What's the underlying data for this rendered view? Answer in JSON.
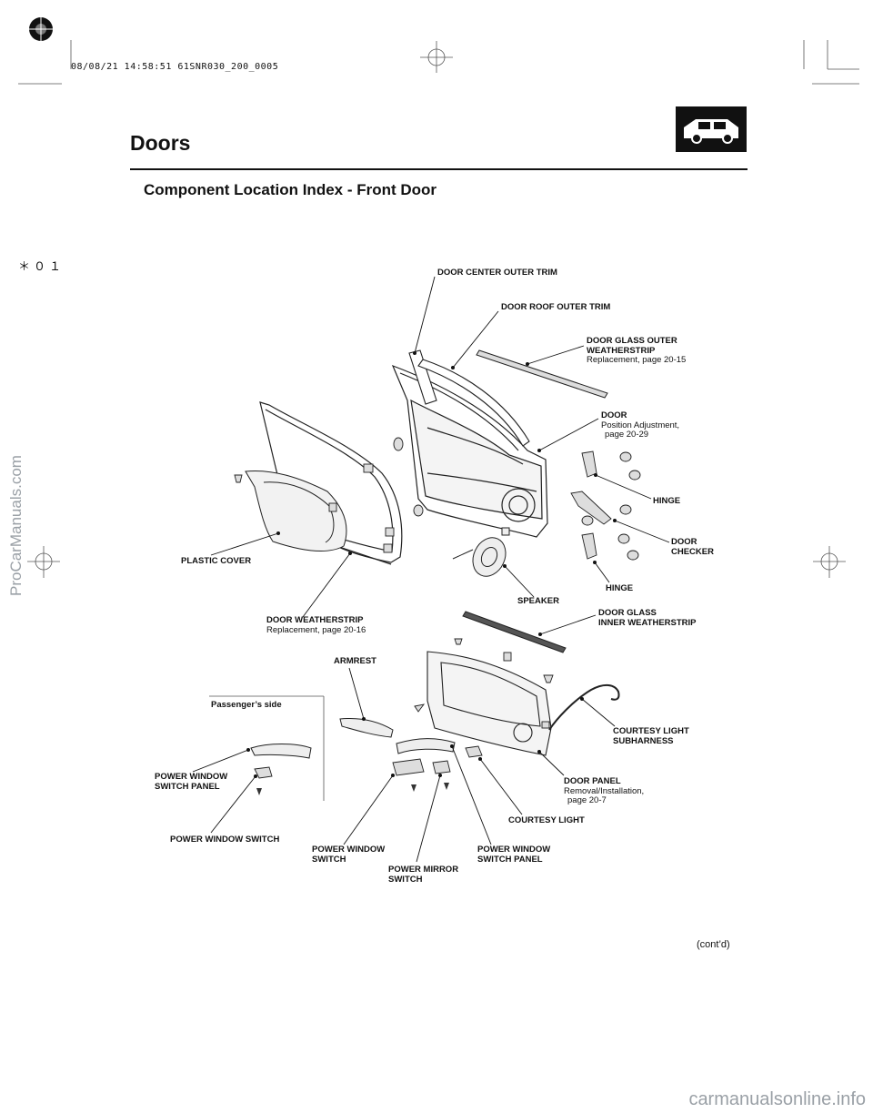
{
  "header": {
    "timestamp": "08/08/21 14:58:51 61SNR030_200_0005",
    "title": "Doors",
    "subtitle": "Component Location Index - Front Door",
    "margin_mark": "＊０１"
  },
  "labels": {
    "door_center_outer_trim": "DOOR CENTER OUTER TRIM",
    "door_roof_outer_trim": "DOOR ROOF OUTER TRIM",
    "door_glass_outer_ws_1": "DOOR GLASS OUTER",
    "door_glass_outer_ws_2": "WEATHERSTRIP",
    "door_glass_outer_ws_ref": "Replacement, page 20-15",
    "door": "DOOR",
    "door_ref_1": "Position Adjustment,",
    "door_ref_2": "page 20-29",
    "hinge_upper": "HINGE",
    "door_checker_1": "DOOR",
    "door_checker_2": "CHECKER",
    "hinge_lower": "HINGE",
    "plastic_cover": "PLASTIC COVER",
    "speaker": "SPEAKER",
    "door_weatherstrip": "DOOR WEATHERSTRIP",
    "door_weatherstrip_ref": "Replacement, page 20-16",
    "door_glass_inner_ws_1": "DOOR GLASS",
    "door_glass_inner_ws_2": "INNER WEATHERSTRIP",
    "armrest": "ARMREST",
    "passengers_side": "Passenger’s side",
    "courtesy_light_sub_1": "COURTESY LIGHT",
    "courtesy_light_sub_2": "SUBHARNESS",
    "pw_switch_panel_left_1": "POWER WINDOW",
    "pw_switch_panel_left_2": "SWITCH PANEL",
    "door_panel": "DOOR PANEL",
    "door_panel_ref_1": "Removal/Installation,",
    "door_panel_ref_2": "page 20-7",
    "courtesy_light": "COURTESY LIGHT",
    "pw_switch_left": "POWER WINDOW SWITCH",
    "pw_switch_center_1": "POWER WINDOW",
    "pw_switch_center_2": "SWITCH",
    "pw_switch_panel_right_1": "POWER WINDOW",
    "pw_switch_panel_right_2": "SWITCH PANEL",
    "power_mirror_switch_1": "POWER MIRROR",
    "power_mirror_switch_2": "SWITCH"
  },
  "footer": {
    "contd": "(cont’d)",
    "watermark_side": "ProCarManuals.com",
    "watermark_bottom": "carmanualsonline.info"
  },
  "icons": {
    "car": "car-silhouette-icon",
    "registration": "crosshair-registration-icon"
  }
}
